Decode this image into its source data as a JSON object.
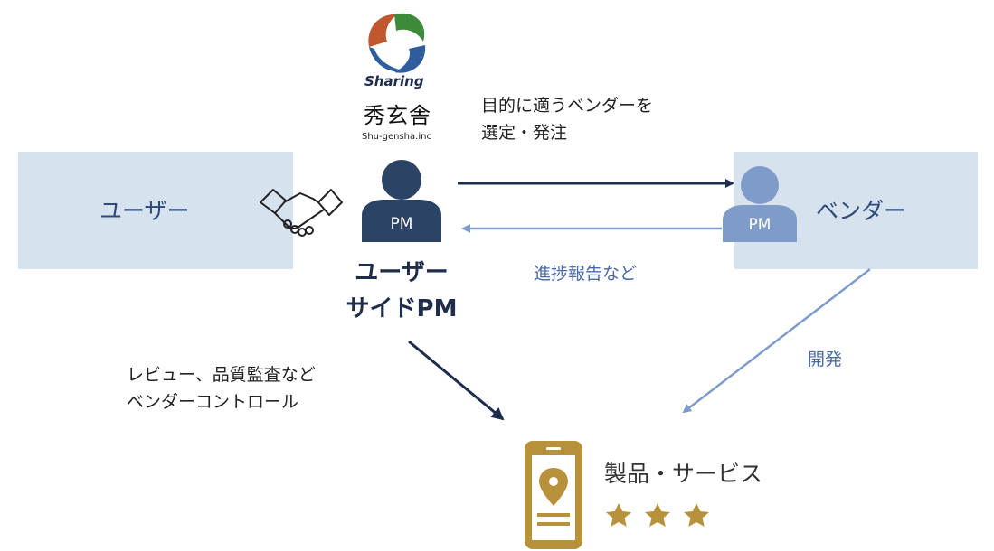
{
  "logo": {
    "name_en": "Sharing",
    "name_jp": "秀玄舎",
    "company": "Shu-gensha.inc"
  },
  "user_box": {
    "label": "ユーザー"
  },
  "vendor_box": {
    "label": "ベンダー"
  },
  "user_pm": {
    "badge": "PM",
    "title_line1": "ユーザー",
    "title_line2": "サイドPM"
  },
  "vendor_pm": {
    "badge": "PM"
  },
  "arrows": {
    "select_order_line1": "目的に適うベンダーを",
    "select_order_line2": "選定・発注",
    "progress_report": "進捗報告など",
    "review_line1": "レビュー、品質監査など",
    "review_line2": "ベンダーコントロール",
    "development": "開発"
  },
  "product": {
    "label": "製品・サービス",
    "rating_stars": 3
  },
  "colors": {
    "box_fill": "#d6e2ee",
    "user_pm": "#2b4466",
    "vendor_pm": "#7f9cc9",
    "gold": "#b8923a",
    "dark_arrow": "#1f2d4d",
    "light_arrow": "#7f9cc9"
  }
}
